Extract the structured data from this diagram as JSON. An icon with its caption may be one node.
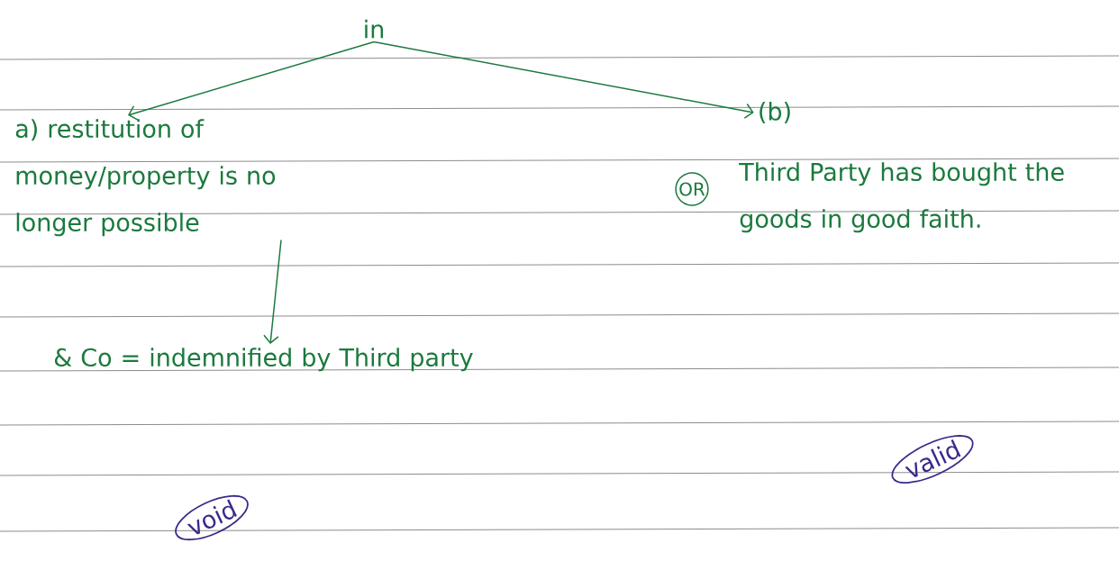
{
  "diagram": {
    "nodes": [
      {
        "text": [
          "in"
        ]
      },
      {
        "text": [
          "a) restitution of money/property is no longer possible"
        ]
      },
      {
        "text": [
          "(b)"
        ]
      },
      {
        "text": [
          "& Co = indemnified by Third party"
        ]
      },
      {
        "text": [
          "OR"
        ]
      },
      {
        "text": [
          "void"
        ]
      },
      {
        "text": [
          "valid"
        ]
      }
    ],
    "edges": [
      {
        "from": 0,
        "to": 1,
        "arrow": "to"
      },
      {
        "from": 0,
        "to": 2,
        "arrow": "to"
      },
      {
        "from": 1,
        "to": 3,
        "arrow": "to"
      }
    ],
    "labels": [
      "Third Party has bought the goods in good faith."
    ]
  }
}
